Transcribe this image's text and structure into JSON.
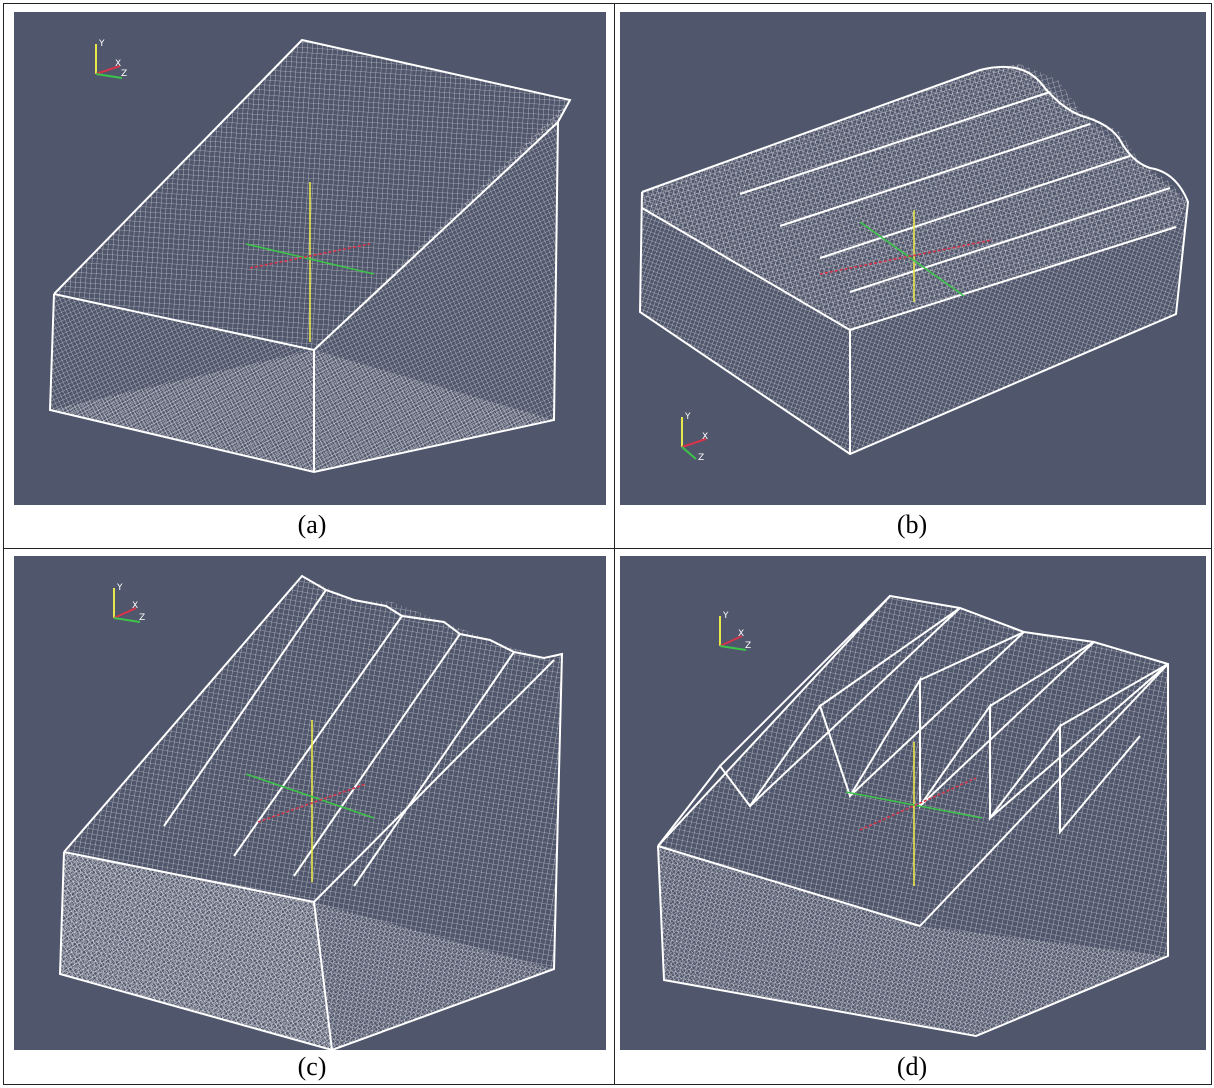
{
  "colors": {
    "background": "#50566b",
    "mesh": "#ffffff",
    "axis_x": "#d8344a",
    "axis_y": "#e8e84a",
    "axis_z": "#3cc44a"
  },
  "triad_labels": {
    "x": "X",
    "y": "Y",
    "z": "Z"
  },
  "panels": [
    {
      "id": "a",
      "caption": "(a)",
      "shape": "inclined-box-mesh"
    },
    {
      "id": "b",
      "caption": "(b)",
      "shape": "wavy-top-box-mesh"
    },
    {
      "id": "c",
      "caption": "(c)",
      "shape": "saw-tooth-mesh-obtuse"
    },
    {
      "id": "d",
      "caption": "(d)",
      "shape": "saw-tooth-mesh-sharp"
    }
  ]
}
